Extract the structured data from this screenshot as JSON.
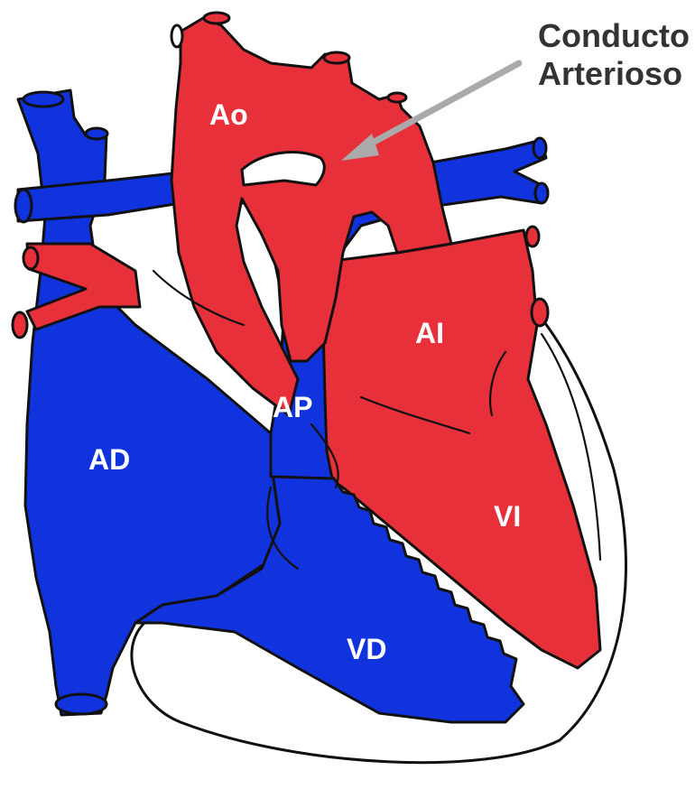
{
  "labels": {
    "ao": "Ao",
    "ap": "AP",
    "ad": "AD",
    "ai": "AI",
    "vi": "VI",
    "vd": "VD"
  },
  "callout": {
    "line1": "Conducto",
    "line2": "Arterioso"
  },
  "colors": {
    "oxygenated": "#e8303a",
    "deoxygenated": "#1133dd",
    "outline": "#111111",
    "arrow": "#aaaaaa",
    "callout_text": "#333333"
  }
}
